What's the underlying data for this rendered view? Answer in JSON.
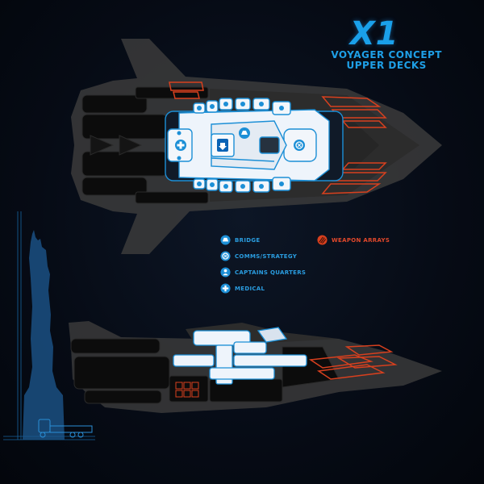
{
  "header": {
    "title": "X1",
    "subtitle_line1": "VOYAGER CONCEPT",
    "subtitle_line2": "UPPER DECKS"
  },
  "legend": {
    "items": [
      {
        "label": "BRIDGE",
        "icon": "bridge-icon"
      },
      {
        "label": "COMMS/STRATEGY",
        "icon": "comms-icon"
      },
      {
        "label": "CAPTAINS QUARTERS",
        "icon": "captains-quarters-icon"
      },
      {
        "label": "MEDICAL",
        "icon": "medical-icon"
      },
      {
        "label": "WEAPON ARRAYS",
        "icon": "weapon-arrays-icon"
      }
    ]
  },
  "colors": {
    "background": "#060b15",
    "accent_blue": "#1c9be0",
    "deck_fill": "#f2f6fb",
    "weapon_red": "#d8401e",
    "hull_gray": "#3a3a3a",
    "hull_dark": "#0e0e0e"
  }
}
